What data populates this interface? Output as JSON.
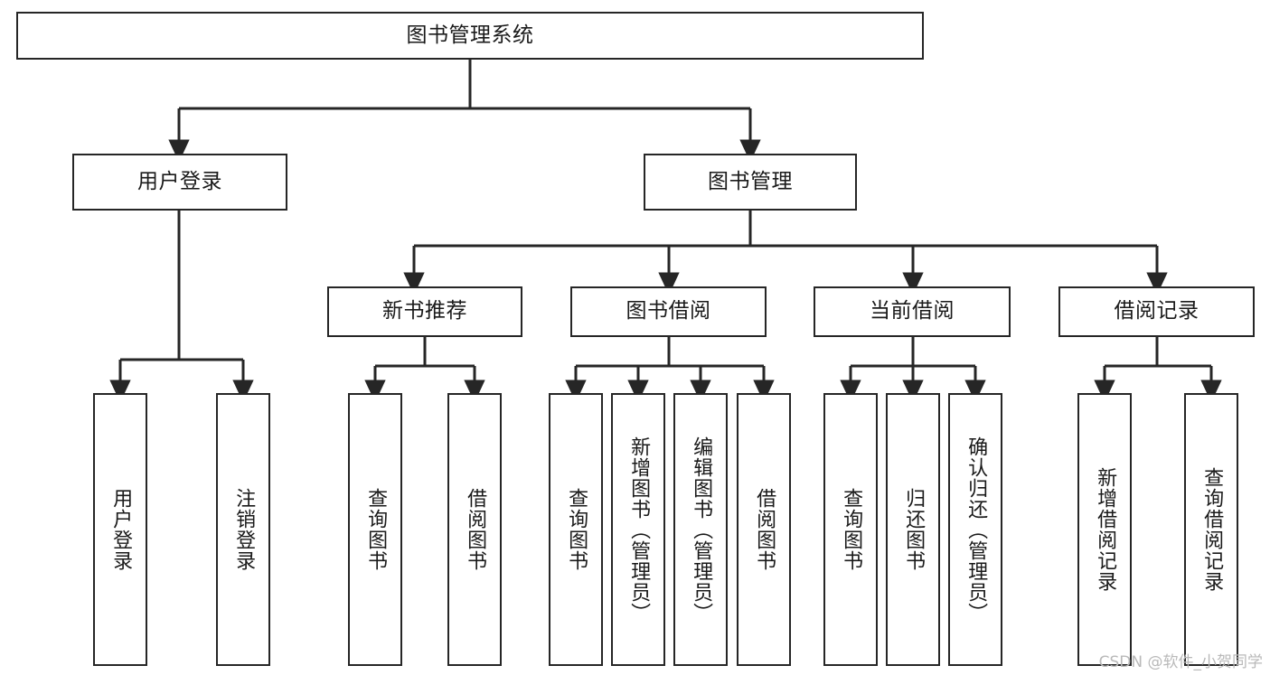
{
  "diagram": {
    "title": "图书管理系统",
    "watermark": "CSDN @软件_小贺同学",
    "colors": {
      "box_border": "#262626",
      "box_fill": "#ffffff",
      "edge": "#262626",
      "text": "#1a1a1a",
      "watermark": "#b9b9b9"
    },
    "root": {
      "label": "图书管理系统"
    },
    "level2": [
      {
        "label": "用户登录"
      },
      {
        "label": "图书管理"
      }
    ],
    "level3": [
      {
        "label": "新书推荐"
      },
      {
        "label": "图书借阅"
      },
      {
        "label": "当前借阅"
      },
      {
        "label": "借阅记录"
      }
    ],
    "leaves": {
      "user_login": [
        {
          "label": "用户登录"
        },
        {
          "label": "注销登录"
        }
      ],
      "new_book_recommend": [
        {
          "label": "查询图书"
        },
        {
          "label": "借阅图书"
        }
      ],
      "book_borrow": [
        {
          "label": "查询图书"
        },
        {
          "label": "新增图书（管理员）"
        },
        {
          "label": "编辑图书（管理员）"
        },
        {
          "label": "借阅图书"
        }
      ],
      "current_borrow": [
        {
          "label": "查询图书"
        },
        {
          "label": "归还图书"
        },
        {
          "label": "确认归还（管理员）"
        }
      ],
      "borrow_record": [
        {
          "label": "新增借阅记录"
        },
        {
          "label": "查询借阅记录"
        }
      ]
    }
  }
}
